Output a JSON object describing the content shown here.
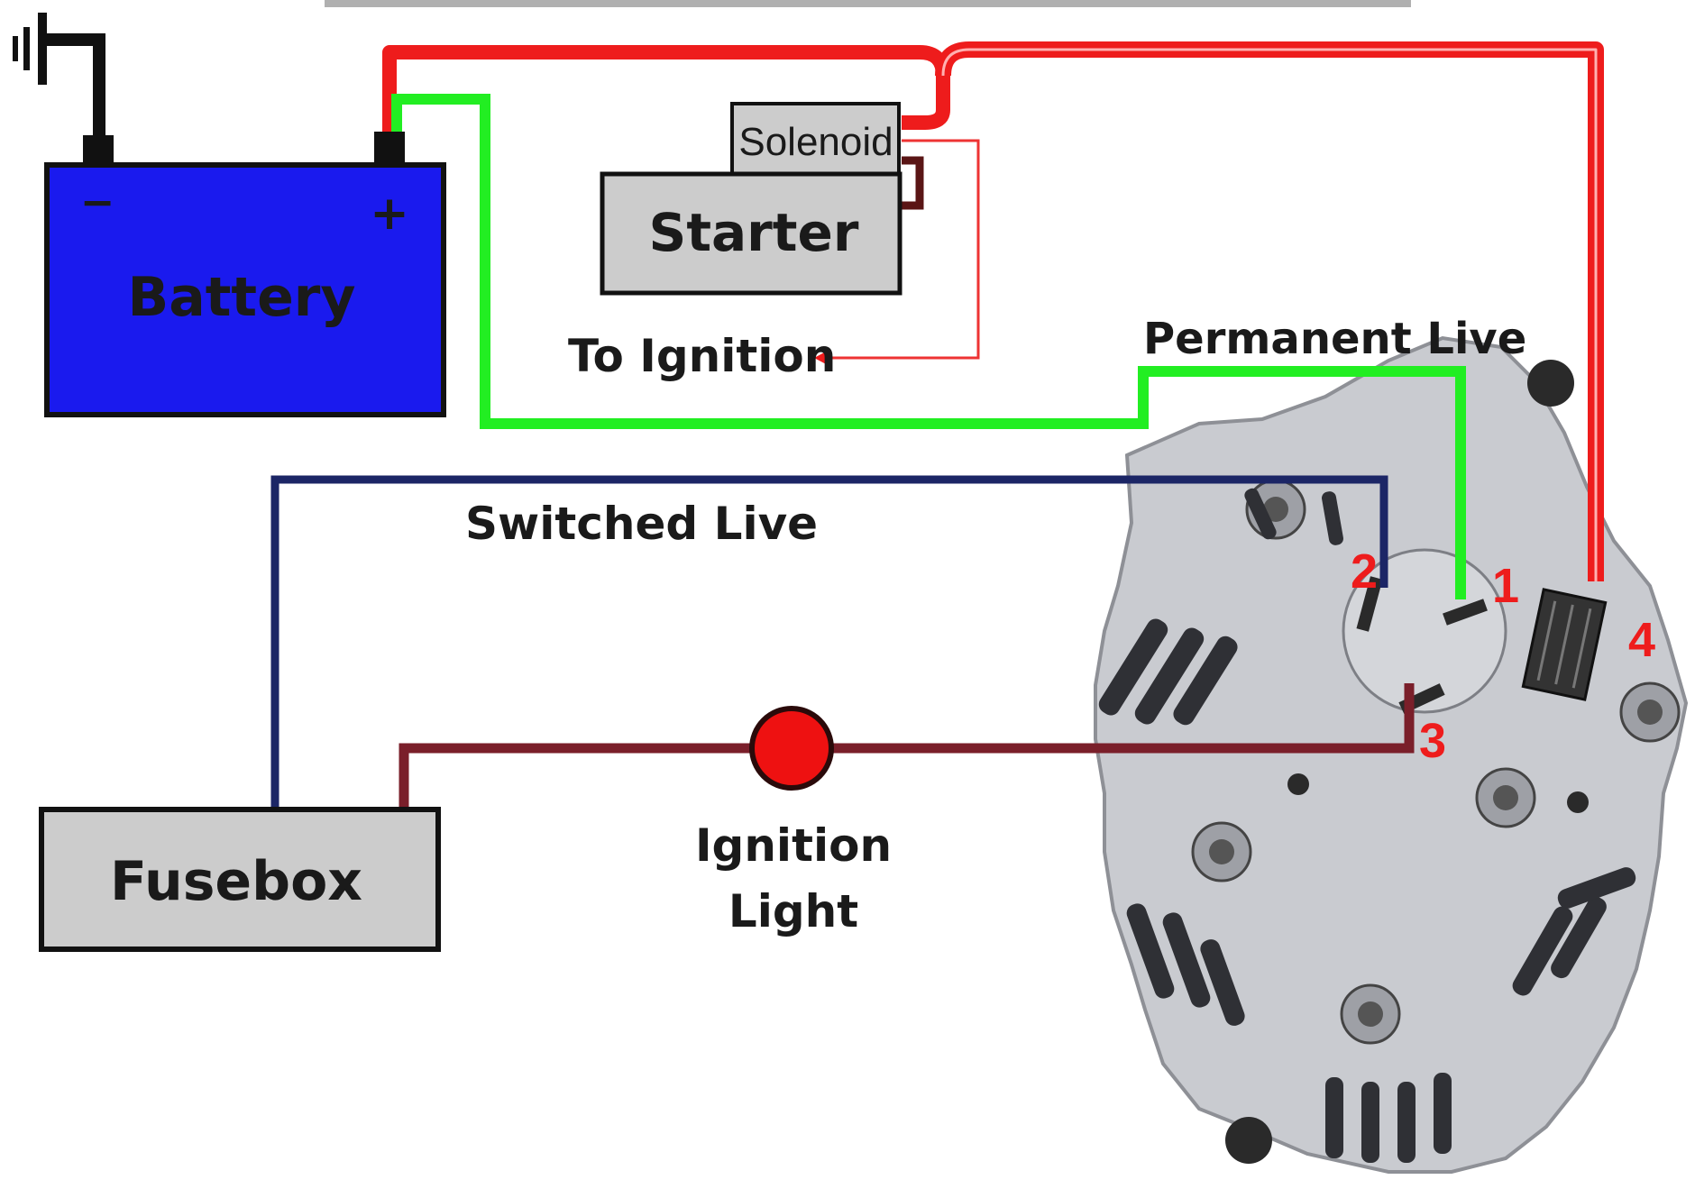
{
  "labels": {
    "battery": "Battery",
    "battery_minus": "−",
    "battery_plus": "+",
    "solenoid": "Solenoid",
    "starter": "Starter",
    "to_ignition": "To Ignition",
    "permanent_live": "Permanent Live",
    "switched_live": "Switched Live",
    "fusebox": "Fusebox",
    "ignition_light_line1": "Ignition",
    "ignition_light_line2": "Light"
  },
  "terminals": {
    "t1": "1",
    "t2": "2",
    "t3": "3",
    "t4": "4"
  },
  "colors": {
    "battery_fill": "#1a1aee",
    "box_fill": "#cccccc",
    "wire_red": "#ee1c1c",
    "wire_green": "#22ee22",
    "wire_navy": "#1c2666",
    "wire_maroon": "#7a1f2a",
    "lamp": "#ee1111",
    "alternator_body": "#c9cbd0",
    "terminal_number": "#ee1c1c"
  }
}
